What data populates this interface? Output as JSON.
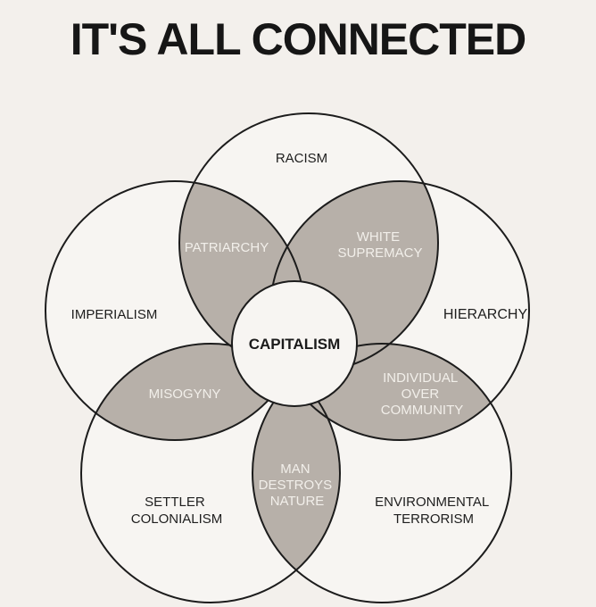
{
  "title": "IT'S ALL CONNECTED",
  "circles": {
    "top": "RACISM",
    "left": [
      "IMPERIALISM"
    ],
    "right": [
      "HIERARCHY"
    ],
    "bottom_left": [
      "SETTLER",
      "COLONIALISM"
    ],
    "bottom_right": [
      "ENVIRONMENTAL",
      "TERRORISM"
    ],
    "center": "CAPITALISM"
  },
  "overlaps": {
    "top_left": [
      "PATRIARCHY"
    ],
    "top_right": [
      "WHITE",
      "SUPREMACY"
    ],
    "left_bottom": [
      "MISOGYNY"
    ],
    "right_bottom": [
      "INDIVIDUAL",
      "OVER",
      "COMMUNITY"
    ],
    "bottom": [
      "MAN",
      "DESTROYS",
      "NATURE"
    ]
  },
  "colors": {
    "background": "#f3f0ec",
    "circle_fill": "#f7f5f2",
    "overlap_fill": "#b7b0a9",
    "stroke": "#1c1c1c"
  }
}
